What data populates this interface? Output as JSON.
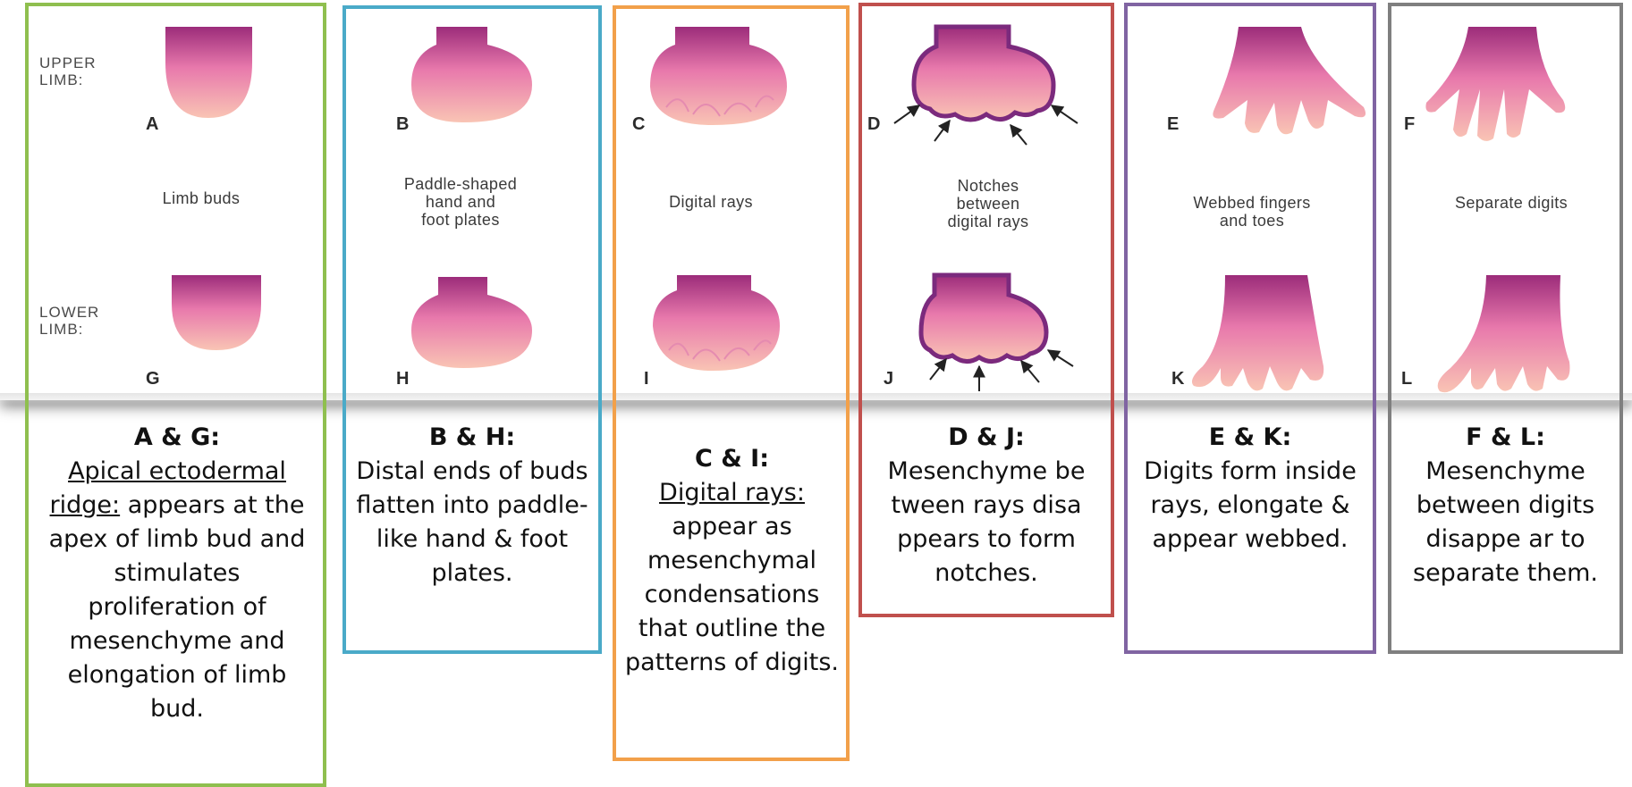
{
  "rows": {
    "upper": "UPPER\nLIMB:",
    "lower": "LOWER\nLIMB:"
  },
  "letters": [
    "A",
    "B",
    "C",
    "D",
    "E",
    "F",
    "G",
    "H",
    "I",
    "J",
    "K",
    "L"
  ],
  "stages": [
    {
      "label": "Limb buds",
      "color": "#8fbf4f",
      "caption_title": "A & G:",
      "caption_underlined": "Apical ectodermal ridge:",
      "caption_text": " appears at the apex of limb bud and stimulates proliferation of mesenchyme and elongation of limb bud."
    },
    {
      "label": "Paddle-shaped\nhand and\nfoot plates",
      "color": "#4aaac8",
      "caption_title": "B & H:",
      "caption_underlined": "",
      "caption_text": "Distal ends of buds flatten into paddle-like hand & foot plates."
    },
    {
      "label": "Digital rays",
      "color": "#f2a04a",
      "caption_title": "C & I:",
      "caption_underlined": "Digital rays:",
      "caption_text": " appear as mesenchymal condensations that outline the patterns of digits."
    },
    {
      "label": "Notches\nbetween\ndigital rays",
      "color": "#c0504d",
      "caption_title": "D & J:",
      "caption_underlined": "",
      "caption_text": "Mesenchyme be tween rays disa ppears to form notches."
    },
    {
      "label": "Webbed fingers\nand toes",
      "color": "#8064a2",
      "caption_title": "E & K:",
      "caption_underlined": "",
      "caption_text": "Digits form inside rays, elongate & appear webbed."
    },
    {
      "label": "Separate digits",
      "color": "#7f7f7f",
      "caption_title": "F & L:",
      "caption_underlined": "",
      "caption_text": "Mesenchyme between digits disappe ar to separate them."
    }
  ],
  "colors": {
    "bud_top": "#a8347f",
    "bud_bottom": "#f7b7a6",
    "bud_mid": "#e77eb0"
  }
}
